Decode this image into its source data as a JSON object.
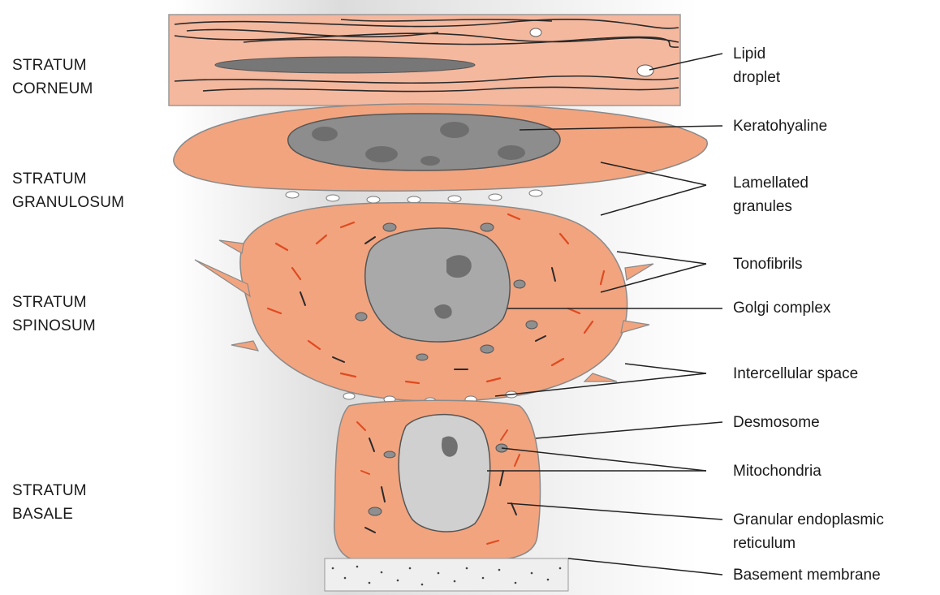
{
  "layers": [
    {
      "line1": "STRATUM",
      "line2": "CORNEUM"
    },
    {
      "line1": "STRATUM",
      "line2": "GRANULOSUM"
    },
    {
      "line1": "STRATUM",
      "line2": "SPINOSUM"
    },
    {
      "line1": "STRATUM",
      "line2": "BASALE"
    }
  ],
  "callouts": {
    "lipid_droplet": {
      "line1": "Lipid",
      "line2": "droplet"
    },
    "keratohyaline": "Keratohyaline",
    "lamellated_granules": {
      "line1": "Lamellated",
      "line2": "granules"
    },
    "tonofibrils": "Tonofibrils",
    "golgi_complex": "Golgi complex",
    "intercellular_space": "Intercellular space",
    "desmosome": "Desmosome",
    "mitochondria": "Mitochondria",
    "granular_er": {
      "line1": "Granular endoplasmic",
      "line2": "reticulum"
    },
    "basement_membrane": "Basement membrane"
  },
  "colors": {
    "corneum": "#f4b89e",
    "cytoplasm": "#f2a47f",
    "tonofibril_red": "#e04a1f",
    "nucleus": "#a9a9a9",
    "outline": "#8a8a8a",
    "leader": "#222222"
  }
}
